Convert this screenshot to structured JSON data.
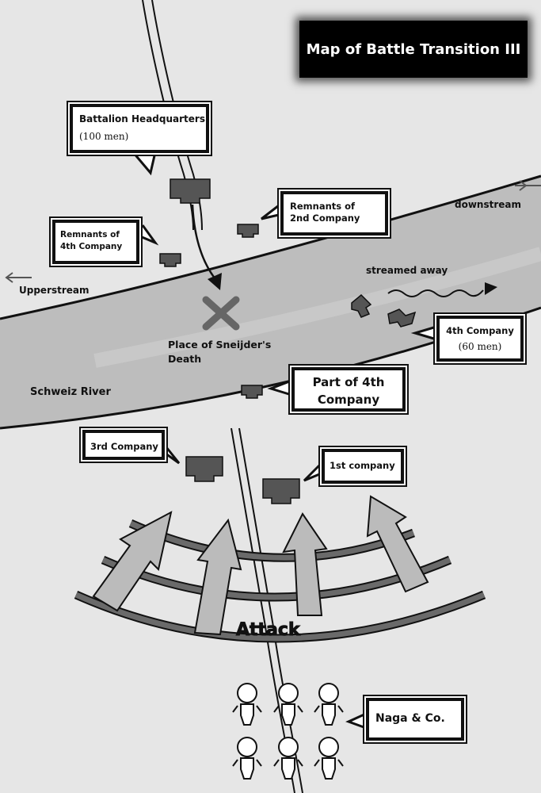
{
  "title": "Map of Battle Transition III",
  "river": {
    "name": "Schweiz River",
    "upstream_label": "Upperstream",
    "downstream_label": "downstream",
    "flow_label": "streamed away"
  },
  "callouts": {
    "battalion_hq": {
      "name": "Battalion Headquarters",
      "strength": "(100 men)"
    },
    "remnants_2nd": {
      "line1": "Remnants of",
      "line2": "2nd Company"
    },
    "remnants_4th": {
      "line1": "Remnants of",
      "line2": "4th Company"
    },
    "fourth_company": {
      "name": "4th Company",
      "strength": "(60 men)"
    },
    "part_of_4th": {
      "line1": "Part of 4th",
      "line2": "Company"
    },
    "third_company": {
      "name": "3rd Company"
    },
    "first_company": {
      "name": "1st company"
    },
    "naga": {
      "name": "Naga & Co."
    }
  },
  "death_place": {
    "line1": "Place of Sneijder's",
    "line2": "Death"
  },
  "attack_label": "Attack",
  "colors": {
    "river": "#b9b9b9",
    "land": "#e6e6e6",
    "unit": "#555555",
    "arc": "#666666",
    "arrow": "#bbbbbb",
    "title_bg": "#000000"
  }
}
